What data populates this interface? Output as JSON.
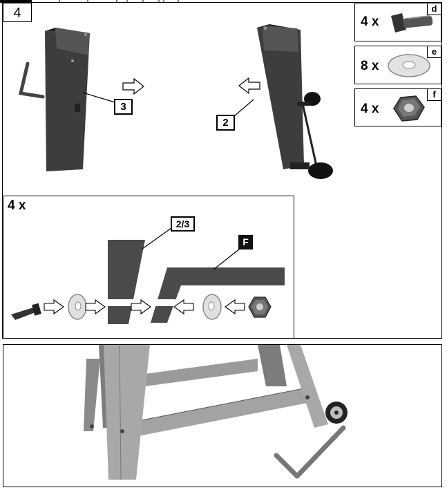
{
  "step": {
    "number": "4"
  },
  "hardware": [
    {
      "qty": "4 x",
      "item": "bolt-icon",
      "tag": "d"
    },
    {
      "qty": "8 x",
      "item": "washer-icon",
      "tag": "e"
    },
    {
      "qty": "4 x",
      "item": "hex-nut-icon",
      "tag": "f"
    }
  ],
  "top_panel": {
    "left_leg_label": "3",
    "right_leg_label": "2"
  },
  "detail_panel": {
    "multiplier": "4 x",
    "leg_label": "2/3",
    "brace_label": "F"
  },
  "colors": {
    "part": "#4a4a4a",
    "frame": "#9a9a9a",
    "washer": "#d8d8d8"
  }
}
